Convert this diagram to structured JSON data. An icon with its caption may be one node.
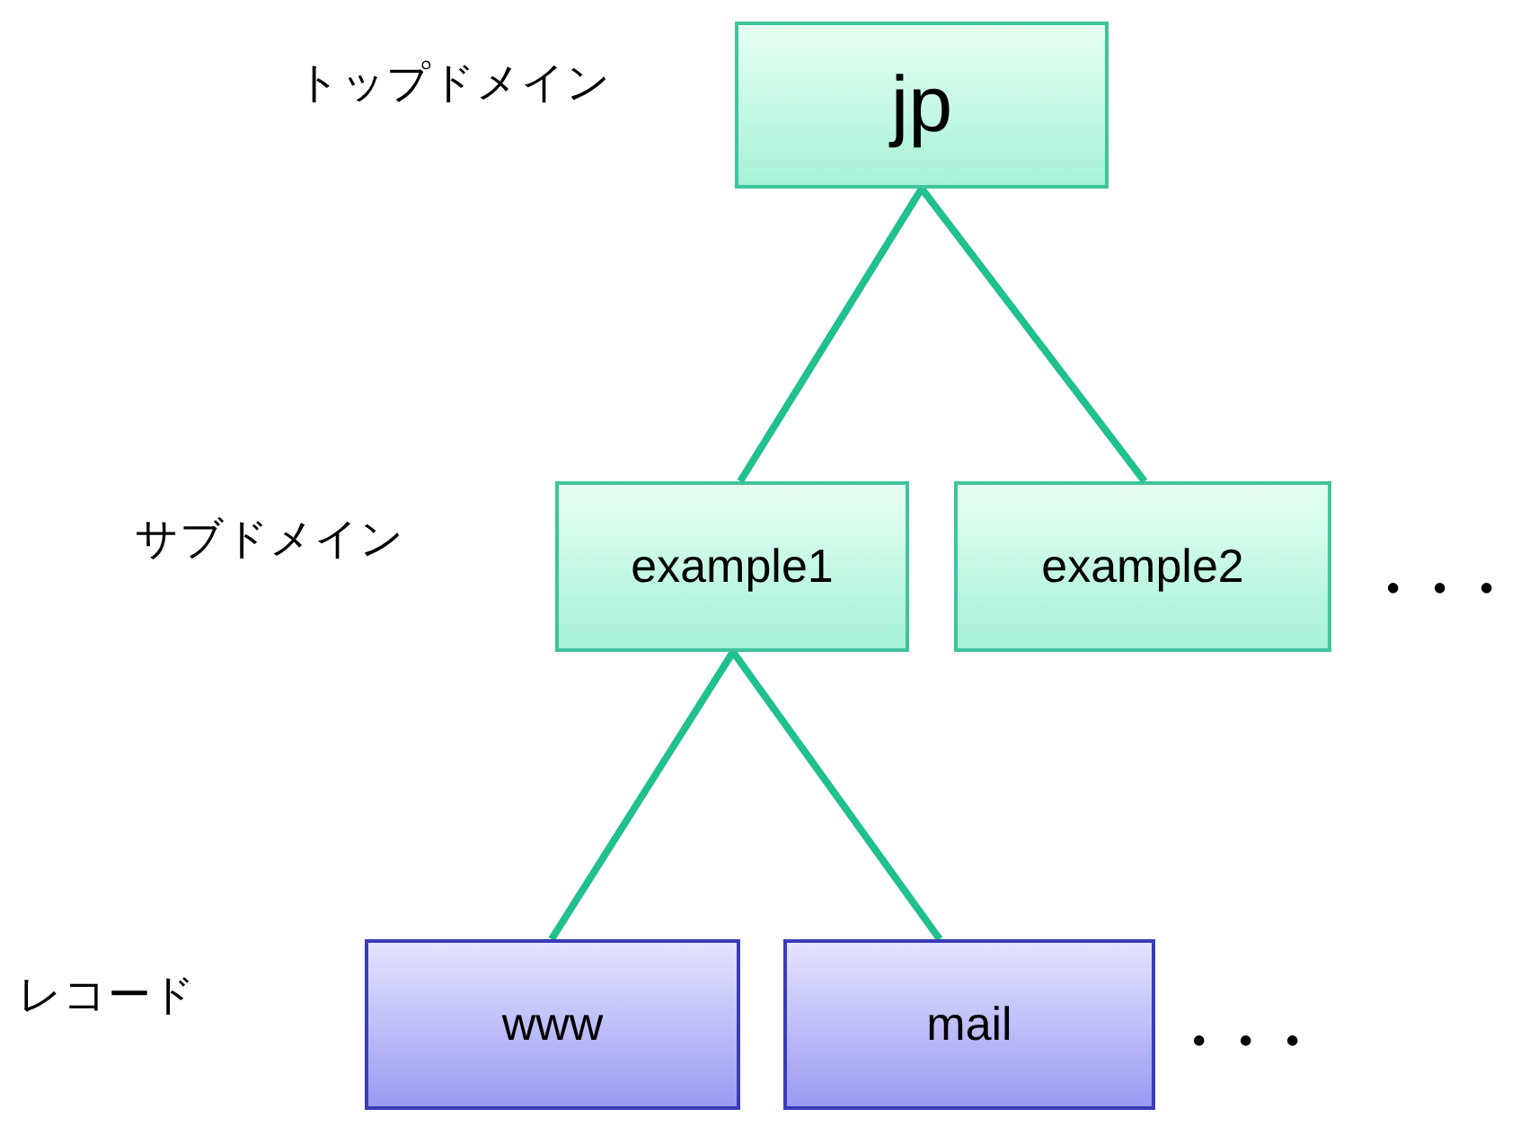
{
  "diagram": {
    "nodes": [
      {
        "text": [
          "jp"
        ]
      },
      {
        "text": [
          "example1"
        ]
      },
      {
        "text": [
          "example2"
        ]
      },
      {
        "text": [
          "www"
        ]
      },
      {
        "text": [
          "mail"
        ]
      }
    ],
    "edges": [
      {
        "from": 0,
        "to": 1,
        "arrow": "none"
      },
      {
        "from": 0,
        "to": 2,
        "arrow": "none"
      },
      {
        "from": 1,
        "to": 3,
        "arrow": "none"
      },
      {
        "from": 1,
        "to": 4,
        "arrow": "none"
      }
    ],
    "labels": [
      "トップドメイン",
      "サブドメイン",
      "・・・",
      "レコード",
      "・・・"
    ]
  }
}
